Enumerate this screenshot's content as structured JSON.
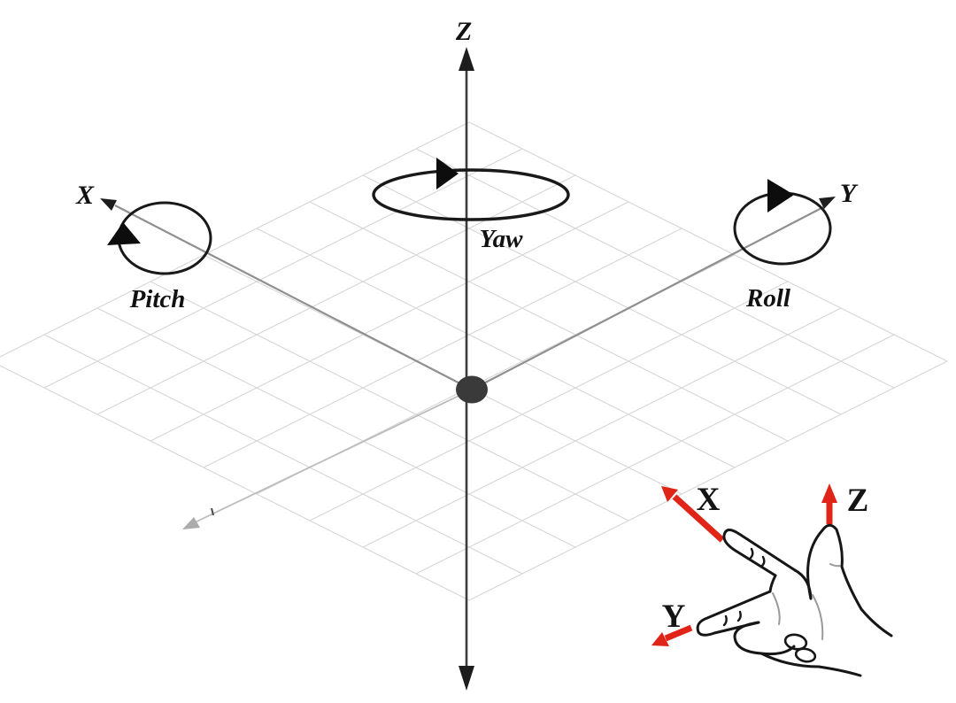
{
  "diagram": {
    "axis_labels": {
      "x": "X",
      "y": "Y",
      "z": "Z"
    },
    "rotation_labels": {
      "yaw": "Yaw",
      "pitch": "Pitch",
      "roll": "Roll"
    },
    "hand_axis_labels": {
      "x": "X",
      "y": "Y",
      "z": "Z"
    },
    "colors": {
      "background": "#ffffff",
      "ink": "#111111",
      "axis_line_gray": "#8f8f8f",
      "z_axis_dark": "#3c3c3c",
      "grid_gray": "#d7d7d7",
      "origin_dot": "#3a3a3a",
      "negative_axis_gray": "#b6b6b6",
      "hand_arrow_red": "#e02417"
    }
  }
}
